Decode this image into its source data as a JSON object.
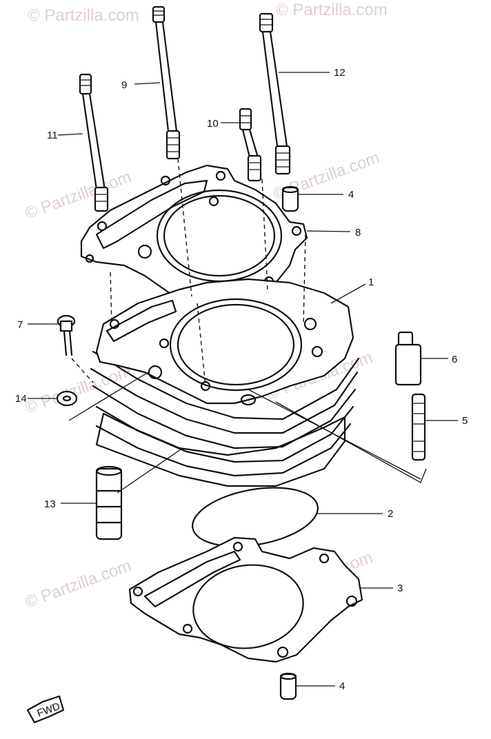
{
  "watermark": {
    "text": "© Partzilla.com",
    "color": "#e0cfcf"
  },
  "callouts": [
    {
      "id": "1",
      "label": "1"
    },
    {
      "id": "2",
      "label": "2"
    },
    {
      "id": "3",
      "label": "3"
    },
    {
      "id": "4a",
      "label": "4"
    },
    {
      "id": "4b",
      "label": "4"
    },
    {
      "id": "5",
      "label": "5"
    },
    {
      "id": "6",
      "label": "6"
    },
    {
      "id": "7",
      "label": "7"
    },
    {
      "id": "8",
      "label": "8"
    },
    {
      "id": "9",
      "label": "9"
    },
    {
      "id": "10",
      "label": "10"
    },
    {
      "id": "11",
      "label": "11"
    },
    {
      "id": "12",
      "label": "12"
    },
    {
      "id": "13",
      "label": "13"
    },
    {
      "id": "14",
      "label": "14"
    }
  ],
  "fwd_marker": {
    "label": "FWD"
  }
}
